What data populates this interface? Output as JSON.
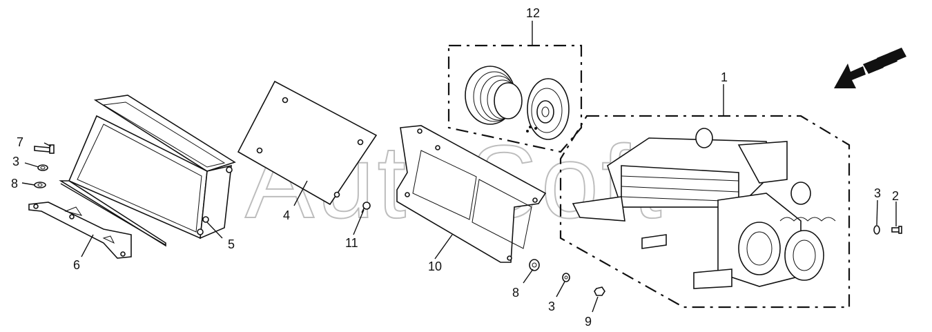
{
  "watermark": "AutoSoft",
  "callouts": [
    {
      "id": "c12",
      "text": "12"
    },
    {
      "id": "c1",
      "text": "1"
    },
    {
      "id": "c7",
      "text": "7"
    },
    {
      "id": "c3a",
      "text": "3"
    },
    {
      "id": "c8a",
      "text": "8"
    },
    {
      "id": "c6",
      "text": "6"
    },
    {
      "id": "c5",
      "text": "5"
    },
    {
      "id": "c4",
      "text": "4"
    },
    {
      "id": "c11",
      "text": "11"
    },
    {
      "id": "c10",
      "text": "10"
    },
    {
      "id": "c8b",
      "text": "8"
    },
    {
      "id": "c3b",
      "text": "3"
    },
    {
      "id": "c9",
      "text": "9"
    },
    {
      "id": "c3c",
      "text": "3"
    },
    {
      "id": "c2",
      "text": "2"
    }
  ]
}
